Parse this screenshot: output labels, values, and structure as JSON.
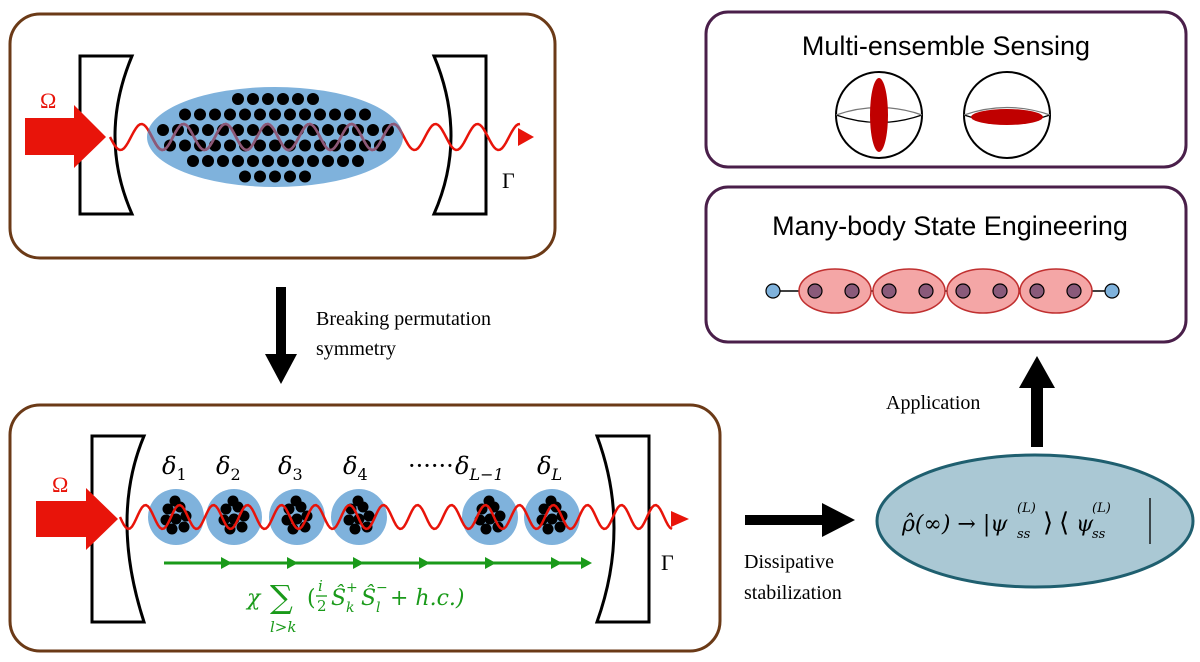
{
  "top_panel": {
    "omega_label": "Ω",
    "gamma_label": "Γ"
  },
  "arrow_down_label": {
    "line1": "Breaking permutation",
    "line2": "symmetry"
  },
  "bottom_panel": {
    "omega_label": "Ω",
    "gamma_label": "Γ",
    "detunings": [
      {
        "base": "δ",
        "sub": "1"
      },
      {
        "base": "δ",
        "sub": "2"
      },
      {
        "base": "δ",
        "sub": "3"
      },
      {
        "base": "δ",
        "sub": "4"
      },
      {
        "base": "······",
        "sub": ""
      },
      {
        "base": "δ",
        "sub": "L−1"
      },
      {
        "base": "δ",
        "sub": "L"
      }
    ],
    "coupling_formula": {
      "chi": "χ",
      "sum": "∑",
      "sum_index": "l>k",
      "body": "(",
      "frac_num": "i",
      "frac_den": "2",
      "op1": "Ŝ",
      "op1_sup": "+",
      "op1_sub": "k",
      "op2": "Ŝ",
      "op2_sup": "−",
      "op2_sub": "l",
      "tail": " + h.c.)"
    }
  },
  "dissipative_label": {
    "line1": "Dissipative",
    "line2": "stabilization"
  },
  "steady_state": {
    "formula": "ρ̂(∞) → |ψ",
    "psi": "ψ",
    "sub": "ss",
    "sup": "(L)"
  },
  "application_label": "Application",
  "sensing_box": {
    "title": "Multi-ensemble Sensing"
  },
  "engineering_box": {
    "title": "Many-body State Engineering"
  },
  "colors": {
    "panel_border": "#6b3a17",
    "right_box_border": "#4a1f4a",
    "laser_red": "#e8140a",
    "cloud_blue": "#7fb2dc",
    "coupling_green": "#1a9a1a",
    "ellipse_fill": "#aac8d4",
    "ellipse_border": "#1f5f6f",
    "chain_pink": "#f4a6a6",
    "chain_purple": "#8a5a7a",
    "chain_end_blue": "#7fb2dc"
  }
}
